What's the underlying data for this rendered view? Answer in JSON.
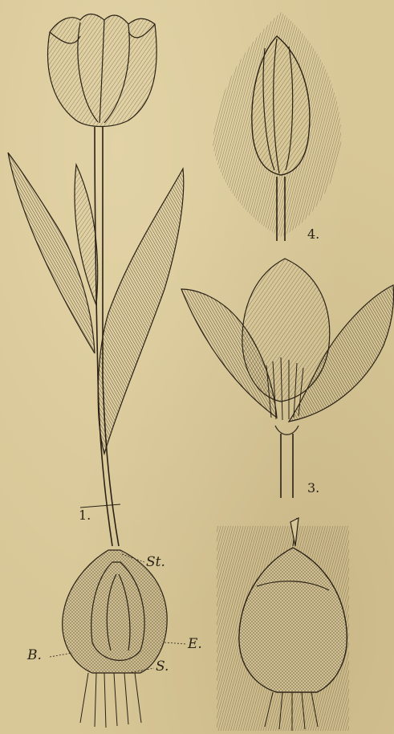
{
  "figure_numbers": {
    "fig1": "1.",
    "fig3": "3.",
    "fig4": "4."
  },
  "bulb_labels": {
    "st": "St.",
    "b": "B.",
    "e": "E.",
    "s": "S."
  }
}
